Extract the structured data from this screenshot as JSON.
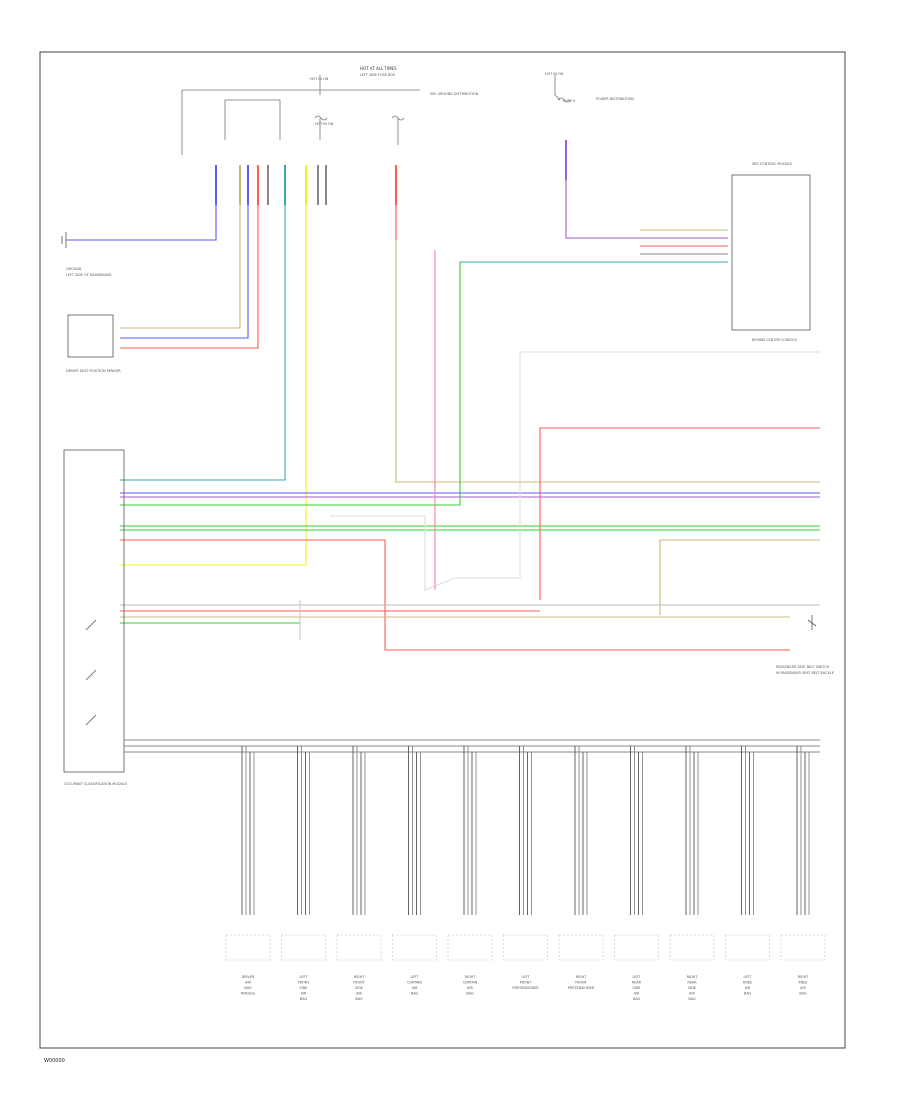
{
  "diagram": {
    "footer_code": "W00000",
    "top_labels": {
      "fuse_block_heading": "HOT AT ALL TIMES",
      "fuse_block_sub": "LEFT SIDE FUSE BOX",
      "relay_note_1": "HOT IN ON",
      "relay_note_2": "HOT IN ON",
      "dimmer_note": "SEE GROUND DISTRIBUTION",
      "fuse_right_1": "HOT IN ON",
      "fuse_right_2": "FUSE 9",
      "power_dist": "POWER DISTRIBUTION"
    },
    "connectors": {
      "ground_left": "GROUND",
      "ground_left_sub": "LEFT SIDE OF DASHBOARD",
      "sensor_box": "DRIVER SEAT POSITION SENSOR",
      "module_right": "SRS CONTROL MODULE",
      "module_right_sub": "BEHIND CENTER CONSOLE",
      "occupant_module": "OCCUPANT CLASSIFICATION MODULE",
      "seatbelt_sw": "PASSENGER SEAT BELT SWITCH",
      "seatbelt_sub": "IN PASSENGER SEAT BELT BUCKLE"
    },
    "bottom_components": [
      "DRIVER AIR BAG MODULE",
      "LEFT FRONT SIDE AIR BAG",
      "RIGHT FRONT SIDE AIR BAG",
      "LEFT CURTAIN AIR BAG",
      "RIGHT CURTAIN AIR BAG",
      "LEFT FRONT PRETENSIONER",
      "RIGHT FRONT PRETENSIONER",
      "LEFT REAR SIDE AIR BAG",
      "RIGHT REAR SIDE AIR BAG",
      "LEFT KNEE AIR BAG",
      "RIGHT KNEE AIR BAG"
    ],
    "wire_colors": {
      "blue": "#5b5bff",
      "red": "#ff5a5a",
      "yellow": "#f2f21a",
      "green": "#33cc33",
      "teal": "#3aa6b0",
      "purple": "#a35bd1",
      "tan": "#c8b878",
      "gray": "#888888",
      "black": "#222222",
      "pink": "#ff7ab0"
    }
  }
}
